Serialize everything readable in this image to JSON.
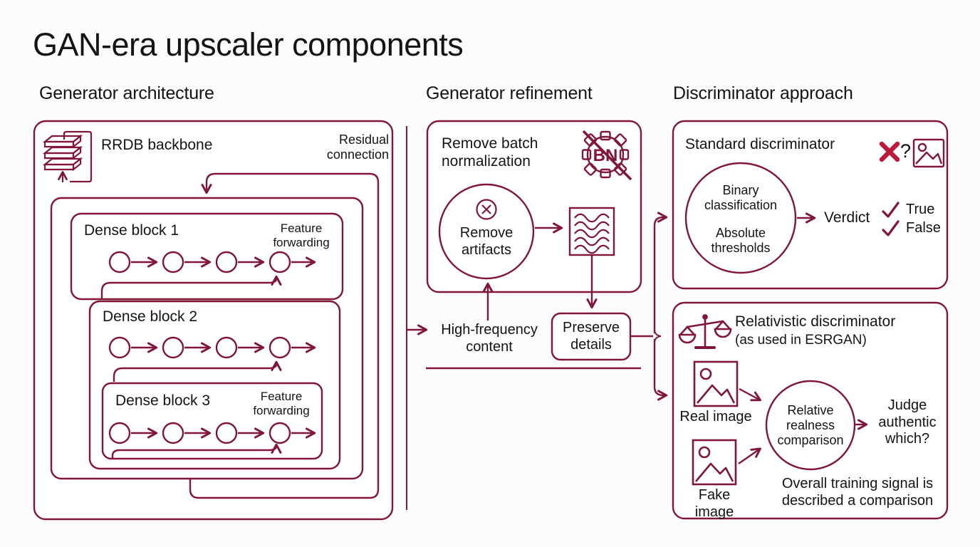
{
  "title": "GAN-era upscaler components",
  "colors": {
    "line": "#811637",
    "accent_red": "#bb1a3b",
    "text": "#141414",
    "background": "#fcfcfc"
  },
  "generator_architecture": {
    "header": "Generator architecture",
    "backbone_label": "RRDB backbone",
    "residual_label": "Residual connection",
    "block1_label": "Dense block 1",
    "block2_label": "Dense block 2",
    "block3_label": "Dense block 3",
    "feature_forwarding_top": "Feature forwarding",
    "feature_forwarding_bottom": "Feature forwarding"
  },
  "generator_refinement": {
    "header": "Generator refinement",
    "box_title": "Remove batch normalization",
    "gear_text": "BN",
    "circle_label": "Remove artifacts",
    "high_frequency_label": "High-frequency content",
    "preserve_label": "Preserve details"
  },
  "discriminator_approach": {
    "header": "Discriminator approach",
    "standard": {
      "title": "Standard discriminator",
      "question_mark": "?",
      "classification_label": "Binary classification",
      "thresholds_label": "Absolute thresholds",
      "verdict_label": "Verdict",
      "true_label": "True",
      "false_label": "False"
    },
    "relativistic": {
      "title": "Relativistic discriminator",
      "subtitle": "(as used in ESRGAN)",
      "real_image_label": "Real image",
      "fake_image_label": "Fake image",
      "comparison_label": "Relative realness comparison",
      "judge_label": "Judge authentic which?",
      "note": "Overall training signal is described a comparison"
    }
  },
  "icons": {
    "layers": "stacked-feature-maps",
    "gear_bn": "gear-with-bn-crossed-out",
    "x_circle": "remove-mark",
    "waves": "high-frequency-texture",
    "cross": "wrong-mark",
    "picture": "image-thumbnail",
    "check": "check-mark",
    "scale": "balance-scale"
  }
}
